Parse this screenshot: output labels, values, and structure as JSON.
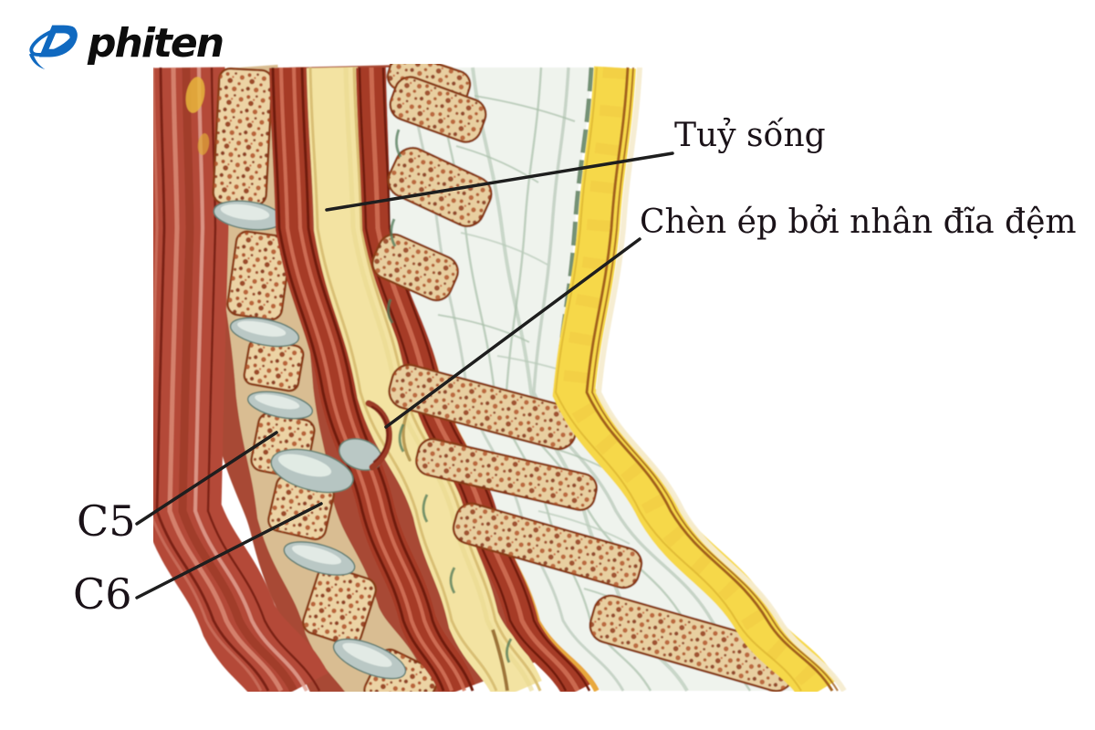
{
  "logo": {
    "brand": "phiten",
    "blue": "#1069c0",
    "black": "#0d0d0d"
  },
  "figure": {
    "labels": {
      "spinal_cord": "Tuỷ sống",
      "compression": "Chèn ép bởi nhân đĩa đệm",
      "c5": "C5",
      "c6": "C6"
    },
    "palette": {
      "muscle_red": "#b44a38",
      "muscle_dark": "#7c2315",
      "bone_cream": "#ecd3a4",
      "bone_speckle": "#8e3414",
      "disc_gray": "#bac8c5",
      "cord_yellow": "#f3e3a2",
      "ligament_red": "#a63b26",
      "fibrous_white": "#eff3ed",
      "fibrous_streak": "#b9cab9",
      "fat_yellow": "#f6d84a",
      "fat_outline": "#a3611c",
      "leader_line": "#1e1e1e",
      "label_text": "#1a1218"
    }
  }
}
